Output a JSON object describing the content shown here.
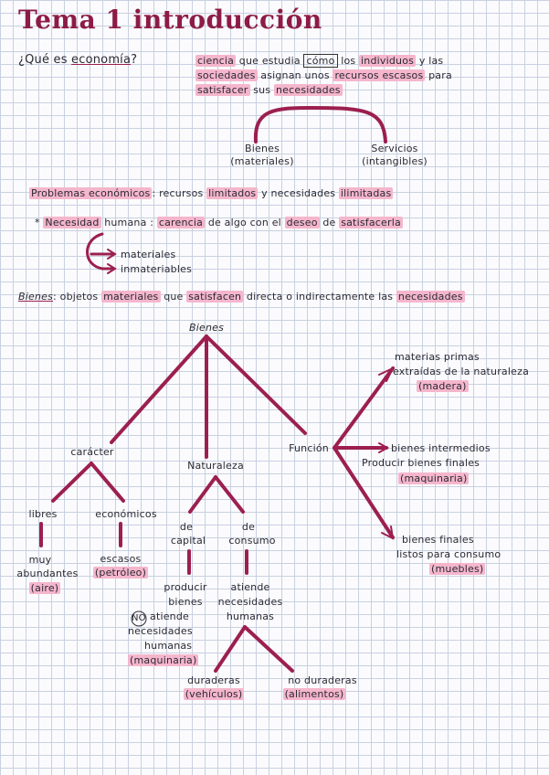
{
  "title": "Tema 1 introducción",
  "q_economia": {
    "question": "¿Qué es",
    "term": "economía",
    "qmark": "?",
    "definition": {
      "hl1": "ciencia",
      "t1": "que estudia",
      "box1": "cómo",
      "t2": "los",
      "hl2": "individuos",
      "t3": "y las",
      "hl3": "sociedades",
      "t4": "asignan unos",
      "hl4": "recursos escasos",
      "t5": "para",
      "hl5": "satisfacer",
      "t6": "sus",
      "hl6": "necesidades"
    }
  },
  "bienes_servicios": {
    "bienes": "Bienes",
    "bienes_sub": "(materiales)",
    "servicios": "Servicios",
    "servicios_sub": "(intangibles)"
  },
  "problemas": {
    "hl1": "Problemas económicos",
    "t1": ": recursos",
    "hl2": "limitados",
    "t2": "y necesidades",
    "hl3": "ilimitadas"
  },
  "necesidad": {
    "star": "*",
    "hl1": "Necesidad",
    "t1": "humana :",
    "hl2": "carencia",
    "t2": "de algo con el",
    "hl3": "deseo",
    "t3": "de",
    "hl4": "satisfacerla",
    "item1": "materiales",
    "item2": "inmateriables"
  },
  "bienes_def": {
    "term": "Bienes",
    "t1": ": objetos",
    "hl1": "materiales",
    "t2": "que",
    "hl2": "satisfacen",
    "t3": "directa o indirectamente las",
    "hl3": "necesidades"
  },
  "tree": {
    "root": "Bienes",
    "caracter": "carácter",
    "naturaleza": "Naturaleza",
    "funcion": "Función",
    "libres": "libres",
    "economicos": "económicos",
    "muy": "muy",
    "abundantes": "abundantes",
    "aire": "(aire)",
    "escasos": "escasos",
    "petroleo": "(petróleo)",
    "de_capital_1": "de",
    "de_capital_2": "capital",
    "de_consumo_1": "de",
    "de_consumo_2": "consumo",
    "producir_1": "producir",
    "producir_2": "bienes",
    "no": "NO",
    "no_atiende": "atiende",
    "no_nec_1": "necesidades",
    "no_nec_2": "humanas",
    "maquinaria1": "(maquinaria)",
    "atiende_1": "atiende",
    "atiende_2": "necesidades",
    "atiende_3": "humanas",
    "duraderas": "duraderas",
    "vehiculos": "(vehículos)",
    "no_duraderas": "no duraderas",
    "alimentos": "(alimentos)",
    "materias_1": "materias primas",
    "materias_2": "extraídas de la naturaleza",
    "madera": "(madera)",
    "intermedios_1": "bienes intermedios",
    "intermedios_2": "Producir bienes finales",
    "maquinaria2": "(maquinaria)",
    "finales_1": "bienes finales",
    "finales_2": "listos para consumo",
    "muebles": "(muebles)"
  }
}
